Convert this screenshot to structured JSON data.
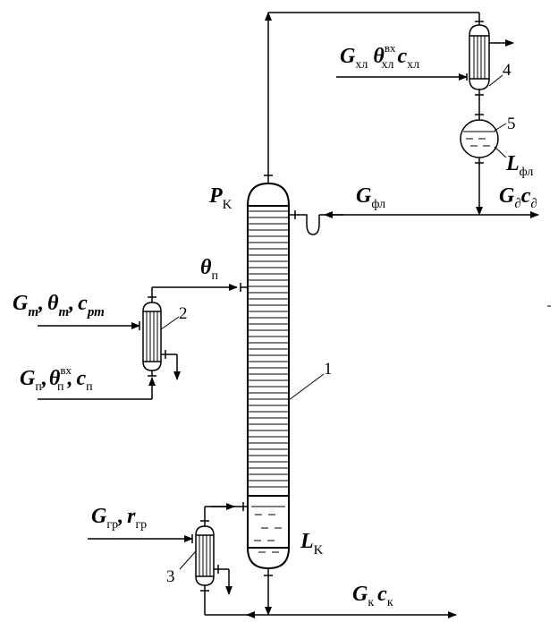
{
  "labels": {
    "pk": {
      "main": "P",
      "sub": "K"
    },
    "gxl": {
      "main": "G",
      "sub": "хл"
    },
    "thxl": {
      "main": "θ",
      "sup": "вх",
      "sub": "хл"
    },
    "cxl": {
      "main": "c",
      "sub": "хл"
    },
    "lfl": {
      "main": "L",
      "sub": "фл"
    },
    "gfl": {
      "main": "G",
      "sub": "фл"
    },
    "gd": {
      "main": "G",
      "sub": "∂"
    },
    "cd": {
      "main": "c",
      "sub": "∂"
    },
    "thp": {
      "main": "θ",
      "sub": "п"
    },
    "gt": {
      "main": "G",
      "sub": "т"
    },
    "tht": {
      "main": "θ",
      "sub": "т"
    },
    "cpt": {
      "main": "c",
      "sub": "рт"
    },
    "gp": {
      "main": "G",
      "sub": "п"
    },
    "thp2": {
      "main": "θ",
      "sup": "вх",
      "sub": "п"
    },
    "cp": {
      "main": "c",
      "sub": "п"
    },
    "ggr": {
      "main": "G",
      "sub": "гр"
    },
    "rgr": {
      "main": "r",
      "sub": "гр"
    },
    "lk": {
      "main": "L",
      "sub": "K"
    },
    "gk": {
      "main": "G",
      "sub": "к"
    },
    "ck": {
      "main": "c",
      "sub": "к"
    },
    "comma": ","
  },
  "numbers": {
    "column": "1",
    "heater": "2",
    "reboiler": "3",
    "condenser": "4",
    "collector": "5"
  }
}
